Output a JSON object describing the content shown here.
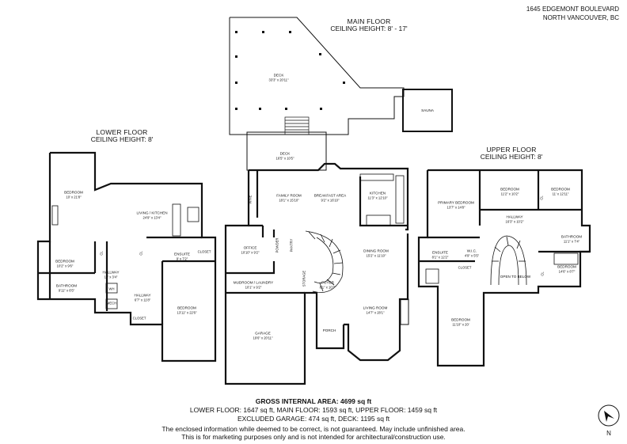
{
  "header": {
    "address_line1": "1645 EDGEMONT BOULEVARD",
    "address_line2": "NORTH VANCOUVER, BC"
  },
  "floors": {
    "main": {
      "name": "MAIN FLOOR",
      "ceiling": "CEILING HEIGHT: 8' - 17'"
    },
    "lower": {
      "name": "LOWER FLOOR",
      "ceiling": "CEILING HEIGHT: 8'"
    },
    "upper": {
      "name": "UPPER FLOOR",
      "ceiling": "CEILING HEIGHT: 8'"
    }
  },
  "rooms": {
    "main_deck": {
      "name": "DECK",
      "dim": "33'3\" x 20'11\""
    },
    "sauna": {
      "name": "SAUNA",
      "dim": ""
    },
    "deck_small": {
      "name": "DECK",
      "dim": "16'5\" x 10'5\""
    },
    "family_room": {
      "name": "FAMILY ROOM",
      "dim": "18'1\" x 15'10\""
    },
    "breakfast": {
      "name": "BREAKFAST AREA",
      "dim": "9'2\" x 16'10\""
    },
    "kitchen": {
      "name": "KITCHEN",
      "dim": "11'3\" x 12'10\""
    },
    "office": {
      "name": "OFFICE",
      "dim": "10'10\" x 9'2\""
    },
    "dining": {
      "name": "DINING ROOM",
      "dim": "15'2\" x 11'10\""
    },
    "mudroom": {
      "name": "MUDROOM / LAUNDRY",
      "dim": "10'1\" x 9'2\""
    },
    "foyer": {
      "name": "FOYER",
      "dim": "8'1\" x 10'7\""
    },
    "living_main": {
      "name": "LIVING ROOM",
      "dim": "14'7\" x 28'1\""
    },
    "porch": {
      "name": "PORCH",
      "dim": ""
    },
    "garage": {
      "name": "GARAGE",
      "dim": "19'6\" x 20'11\""
    },
    "lower_bedroom1": {
      "name": "BEDROOM",
      "dim": "10' x 21'8\""
    },
    "living_kitchen": {
      "name": "LIVING / KITCHEN",
      "dim": "24'9\" x 13'4\""
    },
    "lower_bedroom2": {
      "name": "BEDROOM",
      "dim": "10'2\" x 9'6\""
    },
    "lower_bath": {
      "name": "BATHROOM",
      "dim": "9'11\" x 6'5\""
    },
    "lower_hall1": {
      "name": "HALLWAY",
      "dim": "15' x 3'4\""
    },
    "lower_hall2": {
      "name": "HALLWAY",
      "dim": "6'7\" x 11'8\""
    },
    "lower_ensuite": {
      "name": "ENSUITE",
      "dim": "9' x 7'2\""
    },
    "lower_bedroom3": {
      "name": "BEDROOM",
      "dim": "13'11\" x 22'6\""
    },
    "primary_bedroom": {
      "name": "PRIMARY BEDROOM",
      "dim": "13'7\" x 14'8\""
    },
    "upper_bedroom1": {
      "name": "BEDROOM",
      "dim": "11'2\" x 10'2\""
    },
    "upper_bedroom2": {
      "name": "BEDROOM",
      "dim": "11' x 12'11\""
    },
    "upper_hallway": {
      "name": "HALLWAY",
      "dim": "16'3\" x 10'2\""
    },
    "upper_bath": {
      "name": "BATHROOM",
      "dim": "11'1\" x 7'4\""
    },
    "upper_ensuite": {
      "name": "ENSUITE",
      "dim": "8'1\" x 12'2\""
    },
    "wic": {
      "name": "W.I.C.",
      "dim": "4'9\" x 5'5\""
    },
    "upper_bedroom3": {
      "name": "BEDROOM",
      "dim": "14'6\" x 8'7\""
    },
    "open_below": {
      "name": "OPEN TO BELOW",
      "dim": ""
    },
    "upper_bedroom4": {
      "name": "BEDROOM",
      "dim": "11'10\" x 20'"
    }
  },
  "tags": {
    "closet": "CLOSET",
    "cl": "CL",
    "wh": "WH",
    "mech": "MECH",
    "storage": "STORAGE",
    "pantry": "PANTRY",
    "powder": "POWDER",
    "wine": "WINE"
  },
  "totals": {
    "gross": "GROSS INTERNAL AREA: 4699 sq ft",
    "by_floor": "LOWER FLOOR: 1647 sq ft, MAIN FLOOR: 1593 sq ft, UPPER FLOOR: 1459 sq ft",
    "excluded": "EXCLUDED GARAGE: 474 sq ft, DECK: 1195 sq ft"
  },
  "disclaimer": {
    "line1": "The enclosed information while deemed to be correct, is not guaranteed. May include unfinished area.",
    "line2": "This is for marketing purposes only and is not intended for architectural/construction use."
  },
  "compass": {
    "label": "N"
  }
}
